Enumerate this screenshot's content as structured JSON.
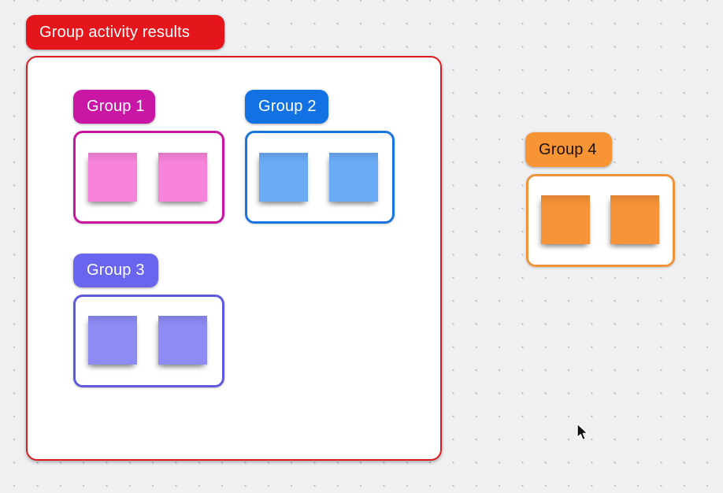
{
  "canvas": {
    "background_color": "#eef0f2",
    "dot_color": "#c3c4c8"
  },
  "title_label": {
    "text": "Group activity results",
    "bg": "#e5161b",
    "text_color": "#ffffff"
  },
  "main_frame": {
    "border_color": "#da1d20"
  },
  "groups": [
    {
      "label": "Group 1",
      "label_bg": "#ca16a4",
      "label_text_color": "#ffffff",
      "frame_border_color": "#c716a0",
      "note_color": "#f783da",
      "note_count": 2
    },
    {
      "label": "Group 2",
      "label_bg": "#1272e4",
      "label_text_color": "#ffffff",
      "frame_border_color": "#1a74de",
      "note_color": "#6babf6",
      "note_count": 2
    },
    {
      "label": "Group 3",
      "label_bg": "#6a65ef",
      "label_text_color": "#ffffff",
      "frame_border_color": "#5d5ae0",
      "note_color": "#8e8cf4",
      "note_count": 2
    },
    {
      "label": "Group 4",
      "label_bg": "#f89434",
      "label_text_color": "#1c1206",
      "frame_border_color": "#ef943d",
      "note_color": "#f69237",
      "note_count": 2
    }
  ],
  "icons": {
    "cursor": "cursor-arrow-icon"
  }
}
